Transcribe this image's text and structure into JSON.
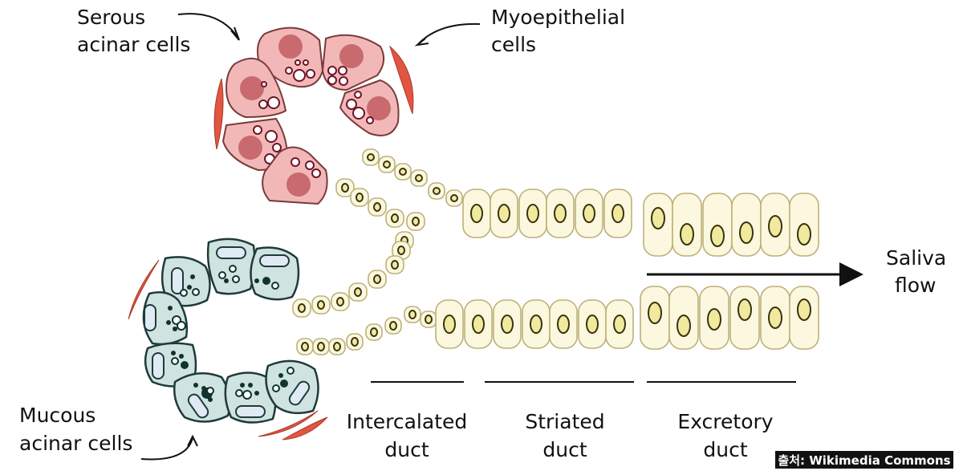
{
  "labels": {
    "serous": [
      "Serous",
      "acinar cells"
    ],
    "myoepithelial": [
      "Myoepithelial",
      "cells"
    ],
    "mucous": [
      "Mucous",
      "acinar cells"
    ],
    "saliva": [
      "Saliva",
      "flow"
    ],
    "intercalated": [
      "Intercalated",
      "duct"
    ],
    "striated": [
      "Striated",
      "duct"
    ],
    "excretory": [
      "Excretory",
      "duct"
    ]
  },
  "credit": "출처: Wikimedia Commons",
  "colors": {
    "serous_fill": "#f2b8b8",
    "serous_stroke": "#7a3a3a",
    "serous_nucleus": "#c86a6e",
    "granule_stroke": "#6e1428",
    "mucous_fill": "#cfe3e0",
    "mucous_stroke": "#1f3a3a",
    "mucous_vesicle": "#dfeaf5",
    "mucous_dot": "#10342c",
    "myo_fill": "#e25541",
    "duct_fill": "#fbf8df",
    "duct_stroke": "#bdb078",
    "duct_nucleus_fill": "#f1ea9e",
    "duct_nucleus_stroke": "#3a3212",
    "arrow": "#111111"
  }
}
